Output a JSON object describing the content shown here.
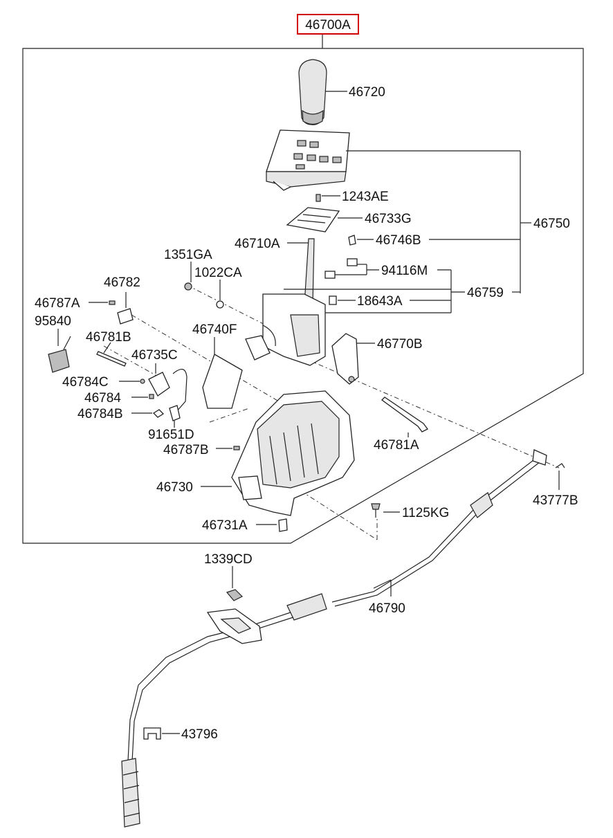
{
  "assembly": {
    "number": "46700A",
    "highlight_color": "#d00000"
  },
  "labels": {
    "knob": "46720",
    "indicator_assembly": "46750",
    "screw_1243AE": "1243AE",
    "plate_46733G": "46733G",
    "clip_46746B": "46746B",
    "lever_46710A": "46710A",
    "bolt_1351GA": "1351GA",
    "washer_1022CA": "1022CA",
    "sensor_46782": "46782",
    "bolt_94116M": "94116M",
    "lever_group_46759": "46759",
    "pin_18643A": "18643A",
    "screw_46787A": "46787A",
    "wiring_95840": "95840",
    "shield_46740F": "46740F",
    "rod_46781B": "46781B",
    "bracket_46770B": "46770B",
    "solenoid_46735C": "46735C",
    "clip_46784C": "46784C",
    "spring_46784": "46784",
    "pin_46784B": "46784B",
    "harness_91651D": "91651D",
    "pin_46781A": "46781A",
    "screw_46787B": "46787B",
    "housing_46730": "46730",
    "clip_43777B": "43777B",
    "bushing_46731A": "46731A",
    "bolt_1125KG": "1125KG",
    "nut_1339CD": "1339CD",
    "cable_46790": "46790",
    "clip_43796": "43796"
  }
}
